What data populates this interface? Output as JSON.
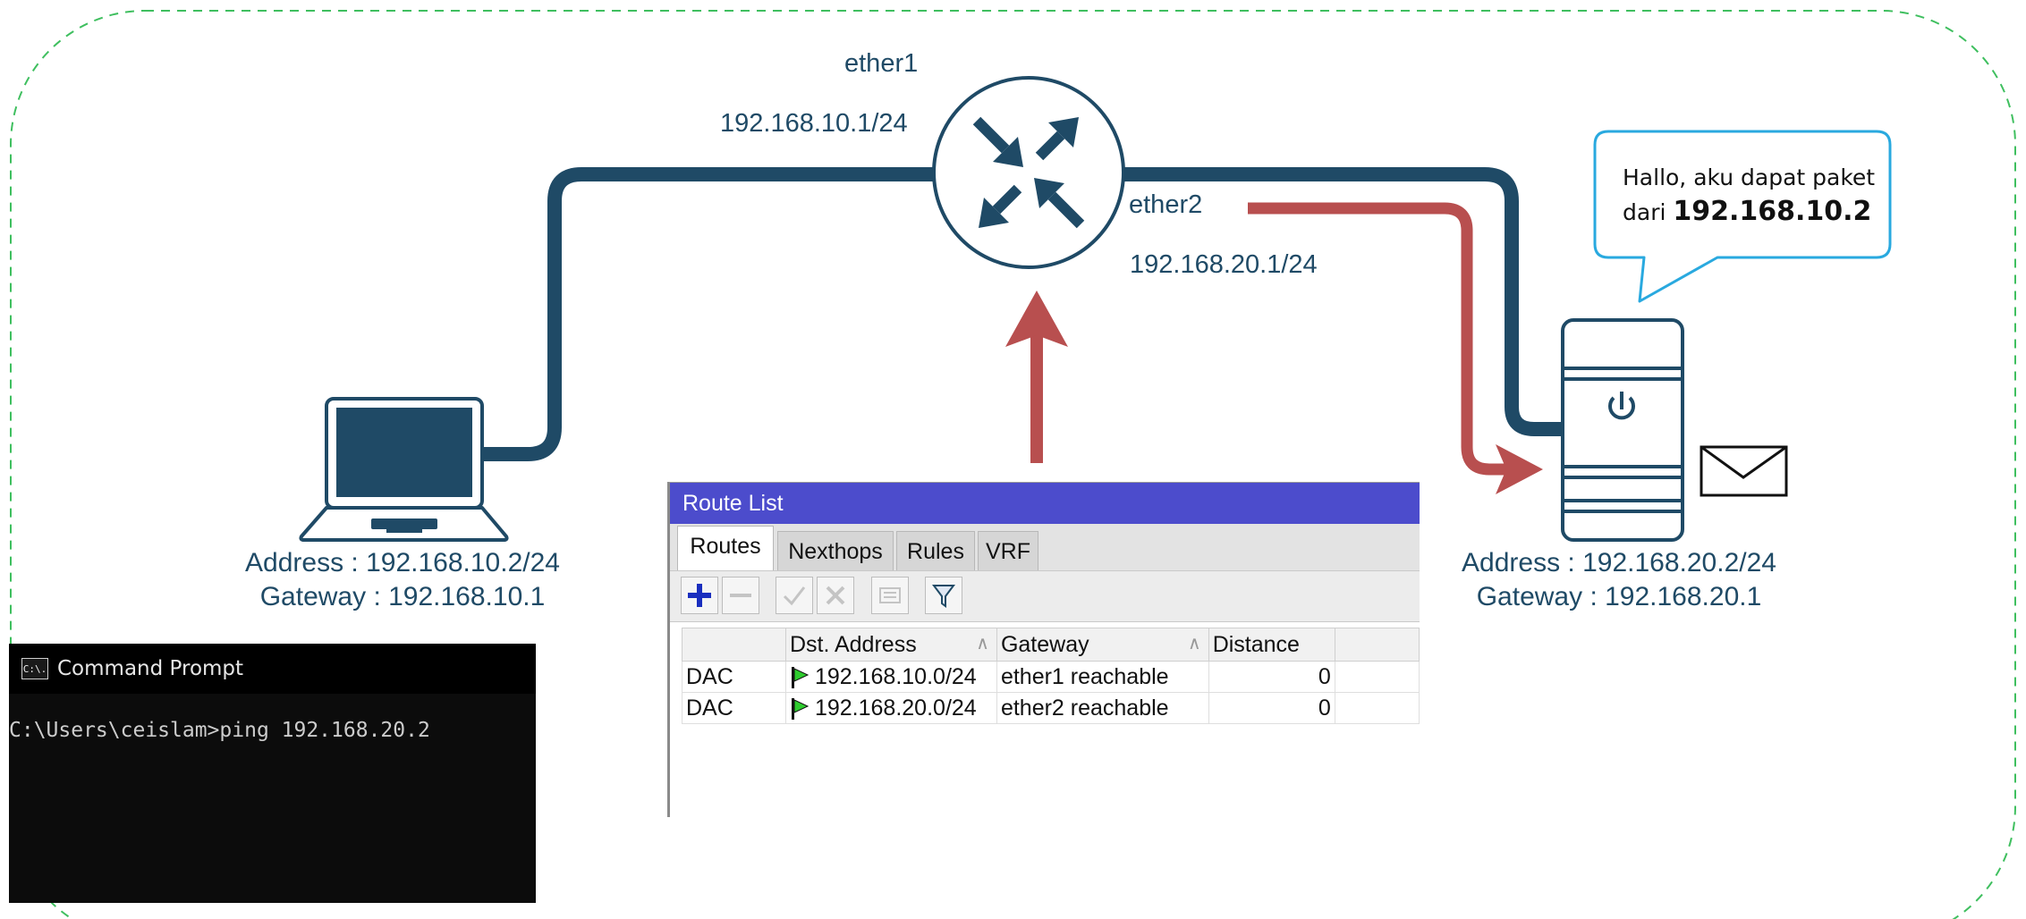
{
  "colors": {
    "dark_blue": "#1f4a66",
    "red": "#b84f4f",
    "dashed_border": "#3fbf5f",
    "bubble_border": "#29a9df",
    "window_title": "#4c4ccc"
  },
  "router": {
    "icon": "router-icon",
    "ether1_label": "ether1",
    "ether1_ip": "192.168.10.1/24",
    "ether2_label": "ether2",
    "ether2_ip": "192.168.20.1/24"
  },
  "laptop": {
    "icon": "laptop-icon",
    "address": "Address : 192.168.10.2/24",
    "gateway": "Gateway : 192.168.10.1"
  },
  "server": {
    "icon": "server-icon",
    "address": "Address : 192.168.20.2/24",
    "gateway": "Gateway : 192.168.20.1"
  },
  "bubble": {
    "line1": "Hallo, aku dapat paket",
    "line2_prefix": "dari ",
    "line2_ip": "192.168.10.2"
  },
  "envelope": {
    "icon": "envelope-icon"
  },
  "cmd": {
    "title": "Command Prompt",
    "icon_text": "C:\\.",
    "prompt_line": "C:\\Users\\ceislam>ping 192.168.20.2"
  },
  "route_list": {
    "title": "Route List",
    "tabs": [
      "Routes",
      "Nexthops",
      "Rules",
      "VRF"
    ],
    "active_tab": "Routes",
    "toolbar": [
      "add-icon",
      "remove-icon",
      "enable-icon",
      "disable-icon",
      "comment-icon",
      "filter-icon"
    ],
    "columns": [
      "",
      "Dst. Address",
      "Gateway",
      "Distance"
    ],
    "rows": [
      {
        "type": "DAC",
        "dst": "192.168.10.0/24",
        "gateway": "ether1 reachable",
        "distance": "0"
      },
      {
        "type": "DAC",
        "dst": "192.168.20.0/24",
        "gateway": "ether2 reachable",
        "distance": "0"
      }
    ]
  }
}
